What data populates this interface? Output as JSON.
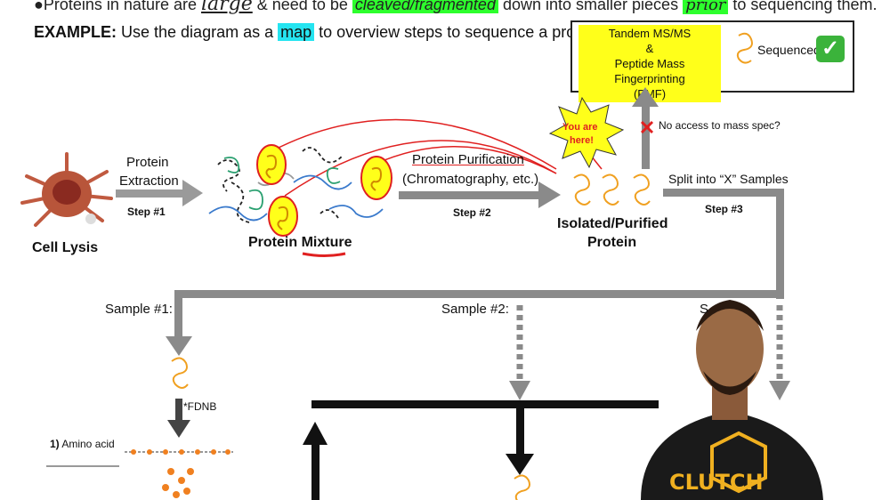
{
  "header": {
    "line_pre": "●Proteins in nature are ",
    "line_hand1": "large",
    "line_mid": " & need to be ",
    "line_hl1": "cleaved/fragmented",
    "line_mid2": " down into smaller pieces ",
    "line_hand2": "prior",
    "line_post": " to sequencing them.",
    "example_label": "EXAMPLE:",
    "example_pre": " Use the diagram as a ",
    "example_hl": "map",
    "example_post": " to overview steps to sequence a protein."
  },
  "result_box": {
    "ms_line1": "Tandem MS/MS",
    "ms_line2": "&",
    "ms_line3": "Peptide Mass Fingerprinting",
    "ms_line4": "(PMF)",
    "sequenced": "Sequenced",
    "check": "✓"
  },
  "flow": {
    "cell_lysis": "Cell Lysis",
    "protein_extraction_1": "Protein",
    "protein_extraction_2": "Extraction",
    "step1": "Step #1",
    "protein_mixture_1": "Protein ",
    "protein_mixture_2": "Mixture",
    "purification_1": "Protein Purification",
    "purification_2": "(Chromatography, etc.)",
    "step2": "Step #2",
    "you_are_here_1": "You are",
    "you_are_here_2": "here!",
    "isolated_1": "Isolated/Purified",
    "isolated_2": "Protein",
    "no_access": "No access to mass spec?",
    "split": "Split into “X” Samples",
    "step3": "Step #3",
    "sample1": "Sample #1:",
    "sample2": "Sample #2:",
    "sample3": "S",
    "fdnb": "*FDNB",
    "amino_num": "1)",
    "amino_text": " Amino acid"
  },
  "presenter": {
    "shirt_logo": "CLUTCH"
  },
  "colors": {
    "arrow_gray": "#8a8a8a",
    "highlight_green": "#2dff2d",
    "highlight_cyan": "#25e4f0",
    "highlight_yellow": "#ffff1a",
    "protein_orange": "#f0a020",
    "annotation_red": "#e02020"
  }
}
